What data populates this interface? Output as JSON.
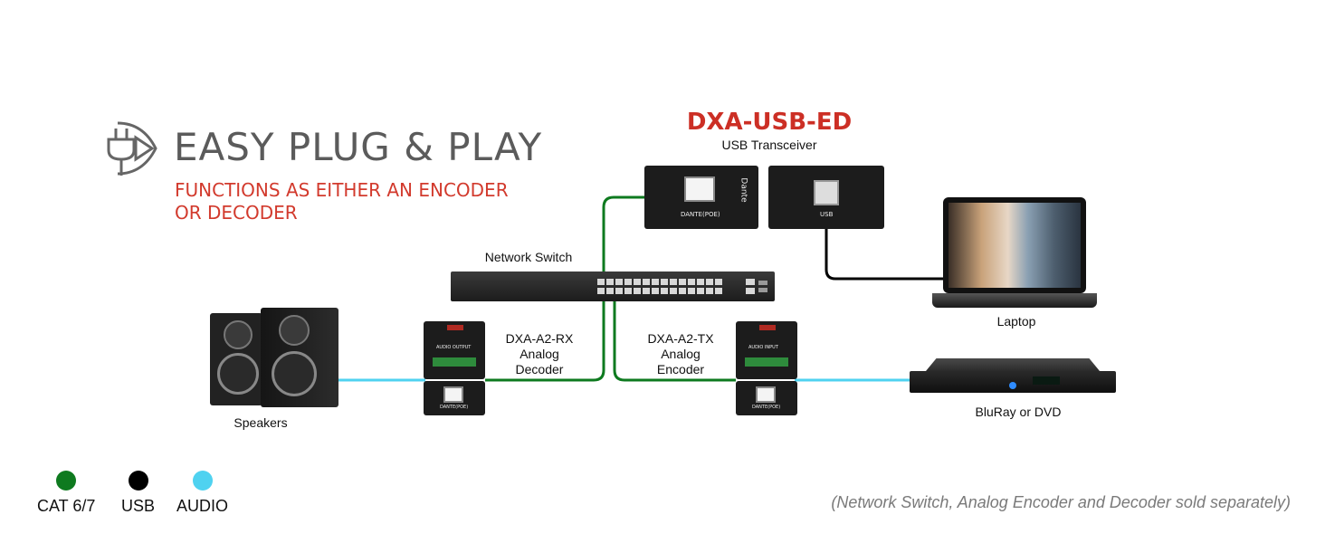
{
  "header": {
    "title": "EASY PLUG & PLAY",
    "subtitle_line1": "FUNCTIONS AS EITHER AN ENCODER",
    "subtitle_line2": "OR DECODER"
  },
  "product": {
    "name": "DXA-USB-ED",
    "description": "USB Transceiver",
    "port_dante_label": "DANTE(POE)",
    "port_usb_label": "USB",
    "dante_logo": "Dante"
  },
  "devices": {
    "network_switch": "Network Switch",
    "laptop": "Laptop",
    "speakers": "Speakers",
    "bluray": "BluRay or DVD",
    "decoder_l1": "DXA-A2-RX",
    "decoder_l2": "Analog",
    "decoder_l3": "Decoder",
    "encoder_l1": "DXA-A2-TX",
    "encoder_l2": "Analog",
    "encoder_l3": "Encoder",
    "decoder_panel": "AUDIO OUTPUT",
    "encoder_panel": "AUDIO INPUT",
    "module_port": "DANTE(POE)"
  },
  "legend": {
    "items": [
      {
        "label": "CAT 6/7",
        "color": "#0e7a1f"
      },
      {
        "label": "USB",
        "color": "#000000"
      },
      {
        "label": "AUDIO",
        "color": "#4fd2f0"
      }
    ]
  },
  "colors": {
    "cat": "#0e7a1f",
    "usb": "#000000",
    "audio": "#4fd2f0",
    "accent": "#cc2f25"
  },
  "footnote": "(Network Switch, Analog Encoder and Decoder sold separately)"
}
